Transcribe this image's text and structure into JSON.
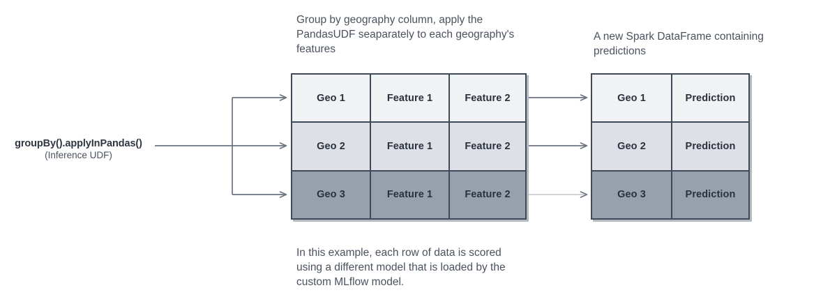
{
  "annotations": {
    "group_note": "Group by geography column, apply the PandasUDF seaparately to each geography's features",
    "output_note": "A new Spark DataFrame containing predictions",
    "bottom_note": "In this example, each row of data is scored using a different model that is loaded by the custom MLflow model."
  },
  "udf_label": {
    "main": "groupBy().applyInPandas()",
    "sub": "(Inference UDF)"
  },
  "input_table": {
    "rows": [
      {
        "geo": "Geo 1",
        "feature_1": "Feature 1",
        "feature_2": "Feature 2"
      },
      {
        "geo": "Geo 2",
        "feature_1": "Feature 1",
        "feature_2": "Feature 2"
      },
      {
        "geo": "Geo 3",
        "feature_1": "Feature 1",
        "feature_2": "Feature 2"
      }
    ]
  },
  "output_table": {
    "rows": [
      {
        "geo": "Geo 1",
        "prediction": "Prediction"
      },
      {
        "geo": "Geo 2",
        "prediction": "Prediction"
      },
      {
        "geo": "Geo 3",
        "prediction": "Prediction"
      }
    ]
  },
  "colors": {
    "border": "#3f4a59",
    "row_1": "#f1f2f4",
    "row_2": "#dde0e6",
    "row_3": "#97a1ad",
    "text": "#4a525e",
    "cell_text": "#2a313c",
    "connector": "#6b7380"
  }
}
